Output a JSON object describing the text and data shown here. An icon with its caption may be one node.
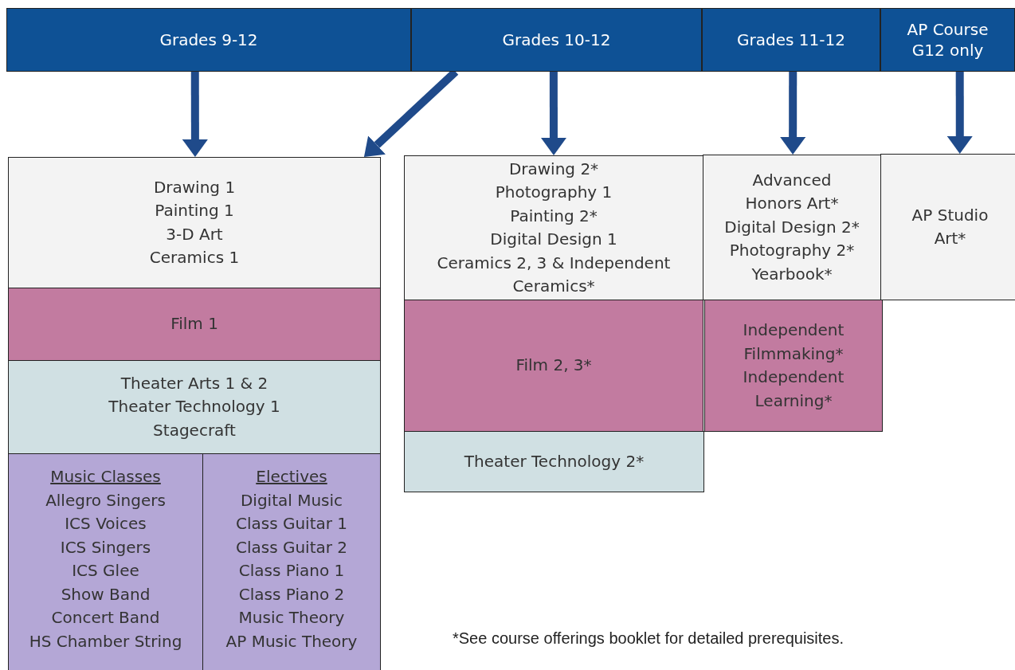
{
  "diagram": {
    "nodes": [
      {
        "text": [
          "Grades 9-12"
        ]
      },
      {
        "text": [
          "Grades 10-12"
        ]
      },
      {
        "text": [
          "Grades 11-12"
        ]
      },
      {
        "text": [
          "AP Course G12 only"
        ]
      },
      {
        "text": [
          "Drawing 1",
          "Painting 1",
          "3-D Art",
          "Ceramics 1"
        ]
      },
      {
        "text": [
          "Film 1"
        ]
      },
      {
        "text": [
          "Theater Arts 1 & 2",
          "Theater Technology 1",
          "Stagecraft"
        ]
      },
      {
        "text": [
          "Music Classes",
          "Allegro Singers",
          "ICS Voices",
          "ICS Singers",
          "ICS Glee",
          "Show Band",
          "Concert Band",
          "HS Chamber String"
        ]
      },
      {
        "text": [
          "Electives",
          "Digital Music",
          "Class Guitar 1",
          "Class Guitar 2",
          "Class Piano 1",
          "Class Piano 2",
          "Music Theory",
          "AP Music Theory"
        ]
      },
      {
        "text": [
          "Drawing 2*",
          "Photography 1",
          "Painting 2*",
          "Digital Design 1",
          "Ceramics 2, 3 & Independent Ceramics*"
        ]
      },
      {
        "text": [
          "Film 2, 3*"
        ]
      },
      {
        "text": [
          "Theater Technology 2*"
        ]
      },
      {
        "text": [
          "Advanced Honors Art*",
          "Digital Design 2*",
          "Photography 2*",
          "Yearbook*"
        ]
      },
      {
        "text": [
          "Independent Filmmaking*",
          "Independent Learning*"
        ]
      },
      {
        "text": [
          "AP Studio Art*"
        ]
      }
    ],
    "edges": [
      {
        "from": 0,
        "to": 4,
        "arrow": "to"
      },
      {
        "from": 1,
        "to": 4,
        "arrow": "to"
      },
      {
        "from": 1,
        "to": 9,
        "arrow": "to"
      },
      {
        "from": 2,
        "to": 12,
        "arrow": "to"
      },
      {
        "from": 3,
        "to": 14,
        "arrow": "to"
      }
    ],
    "labels": [
      "*See course offerings booklet for detailed prerequisites."
    ]
  }
}
